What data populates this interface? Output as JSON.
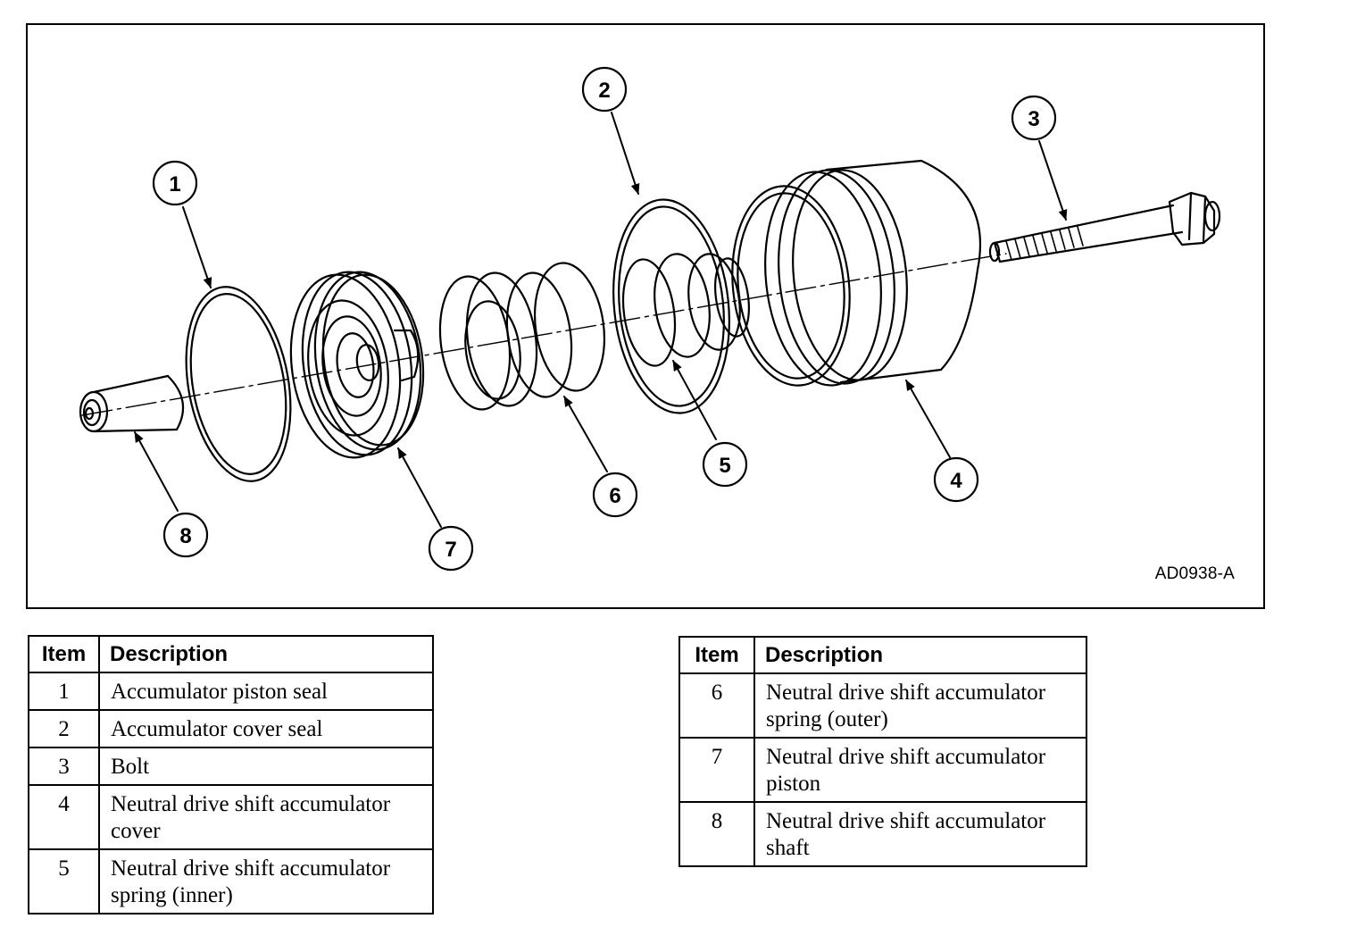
{
  "figure": {
    "code": "AD0938-A",
    "callouts": [
      {
        "number": "1"
      },
      {
        "number": "2"
      },
      {
        "number": "3"
      },
      {
        "number": "4"
      },
      {
        "number": "5"
      },
      {
        "number": "6"
      },
      {
        "number": "7"
      },
      {
        "number": "8"
      }
    ]
  },
  "tables": [
    {
      "headers": {
        "item": "Item",
        "description": "Description"
      },
      "rows": [
        {
          "item": "1",
          "description": "Accumulator piston seal"
        },
        {
          "item": "2",
          "description": "Accumulator cover seal"
        },
        {
          "item": "3",
          "description": "Bolt"
        },
        {
          "item": "4",
          "description": "Neutral drive shift accumulator cover"
        },
        {
          "item": "5",
          "description": "Neutral drive shift accumulator spring (inner)"
        }
      ]
    },
    {
      "headers": {
        "item": "Item",
        "description": "Description"
      },
      "rows": [
        {
          "item": "6",
          "description": "Neutral drive shift accumulator spring (outer)"
        },
        {
          "item": "7",
          "description": "Neutral drive shift accumulator piston"
        },
        {
          "item": "8",
          "description": "Neutral drive shift accumulator shaft"
        }
      ]
    }
  ]
}
